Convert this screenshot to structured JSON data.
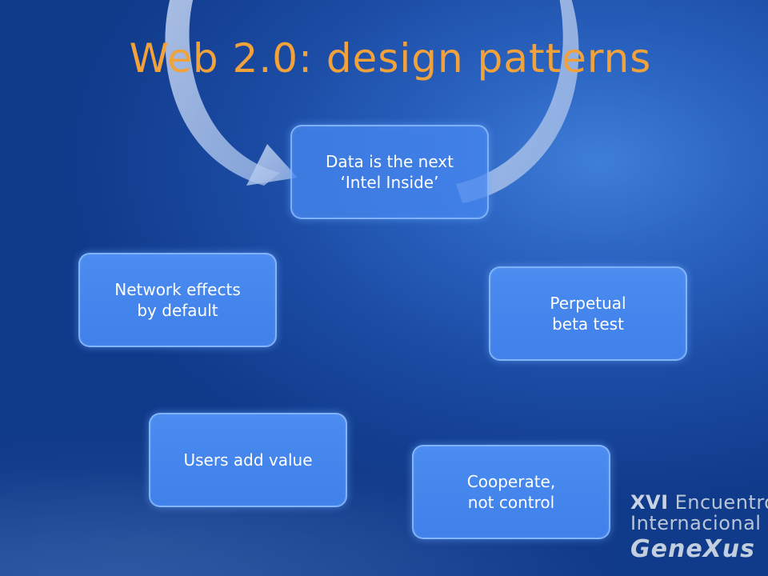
{
  "slide": {
    "title": "Web 2.0: design patterns"
  },
  "cycle": {
    "items": [
      "Data is the next\n‘Intel Inside’",
      "Perpetual\nbeta test",
      "Cooperate,\nnot control",
      "Users add value",
      "Network effects\nby default"
    ]
  },
  "logo": {
    "line1_prefix": "XVI",
    "line1_rest": " Encuentro",
    "line2": "Internacional",
    "line3": "GeneXus"
  }
}
